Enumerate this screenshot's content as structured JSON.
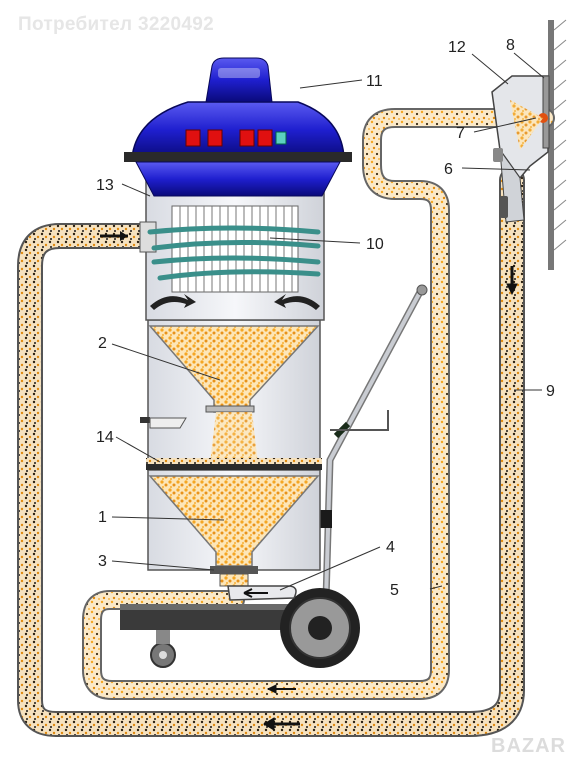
{
  "watermark": "Потребител 3220492",
  "site_logo": "BAZAR",
  "colors": {
    "tank_blue": "#1f1fcf",
    "tank_blue_dark": "#0a0a7a",
    "indicator_red": "#e01010",
    "filter_green": "#3a8f8a",
    "granule_orange": "#f5a623",
    "granule_dark": "#3a2a12",
    "hose_fill": "#fbe9c8",
    "frame_gray": "#555555"
  },
  "labels": [
    {
      "id": "1",
      "text": "1"
    },
    {
      "id": "2",
      "text": "2"
    },
    {
      "id": "3",
      "text": "3"
    },
    {
      "id": "4",
      "text": "4"
    },
    {
      "id": "5",
      "text": "5"
    },
    {
      "id": "6",
      "text": "6"
    },
    {
      "id": "7",
      "text": "7"
    },
    {
      "id": "8",
      "text": "8"
    },
    {
      "id": "9",
      "text": "9"
    },
    {
      "id": "10",
      "text": "10"
    },
    {
      "id": "11",
      "text": "11"
    },
    {
      "id": "12",
      "text": "12"
    },
    {
      "id": "13",
      "text": "13"
    },
    {
      "id": "14",
      "text": "14"
    }
  ]
}
